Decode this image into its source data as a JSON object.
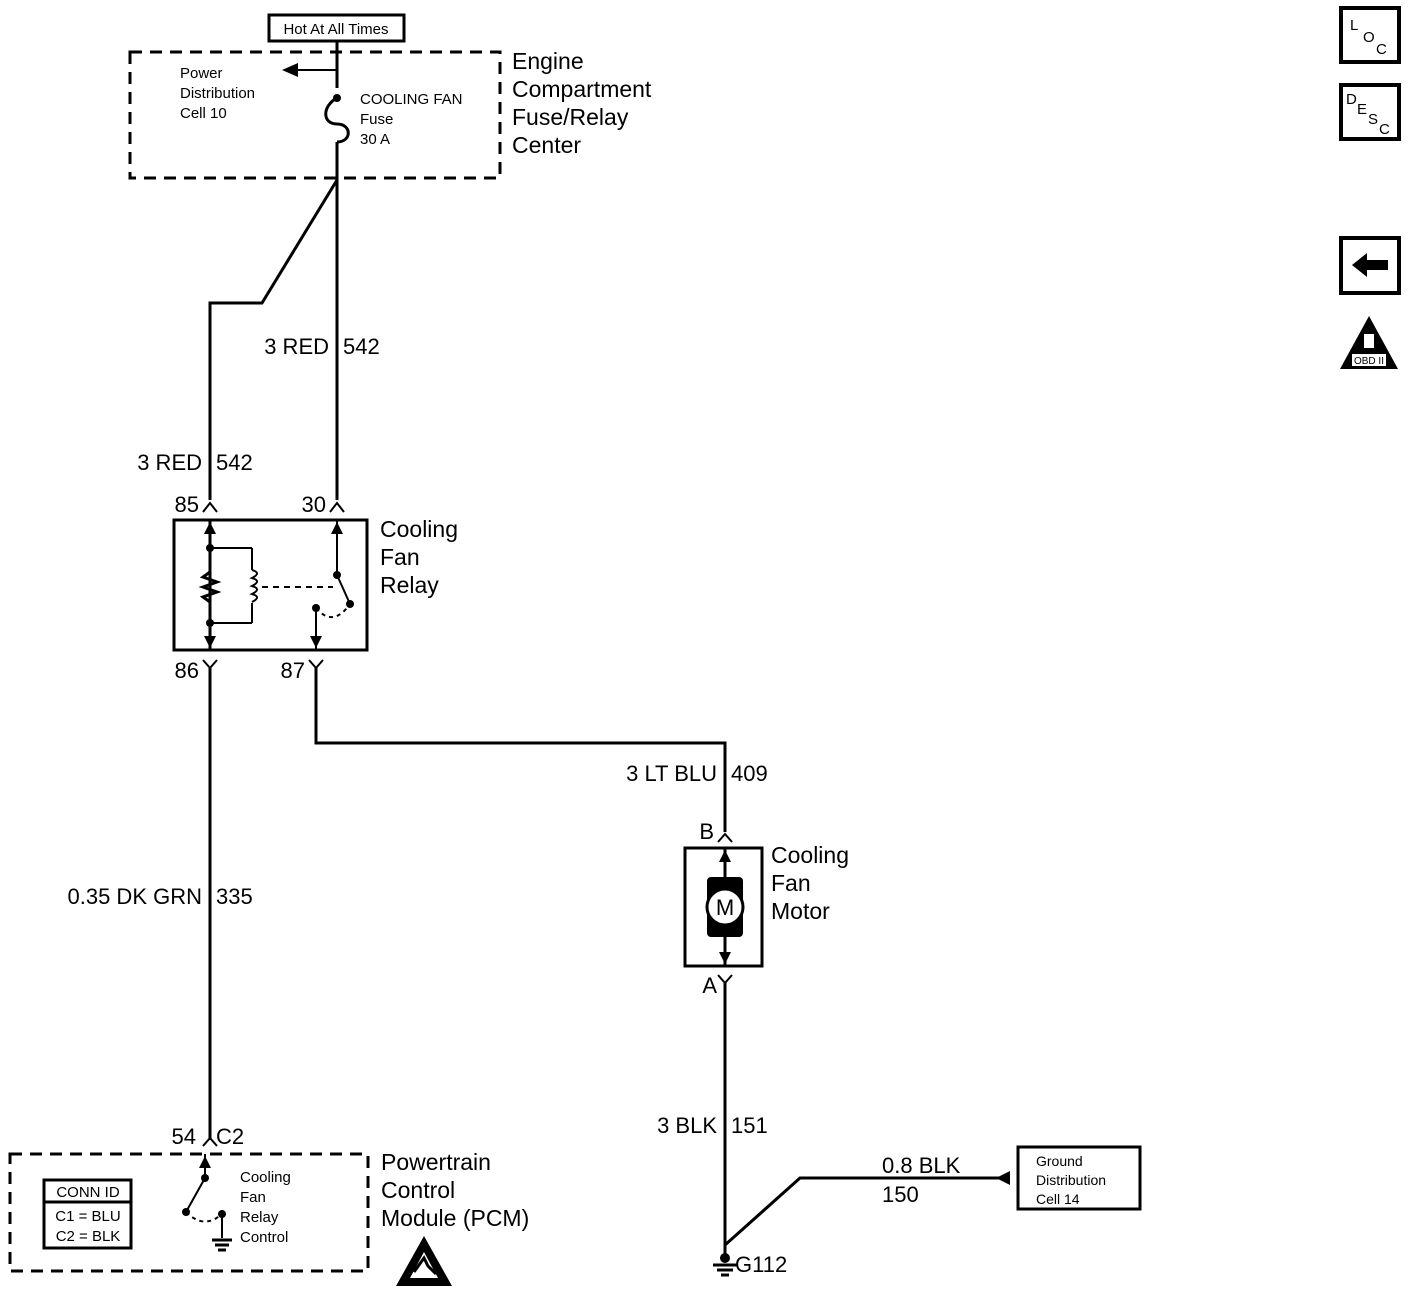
{
  "header": {
    "hot_label": "Hot At All Times"
  },
  "fuse_center": {
    "name_lines": [
      "Engine",
      "Compartment",
      "Fuse/Relay",
      "Center"
    ],
    "power_dist_lines": [
      "Power",
      "Distribution",
      "Cell 10"
    ],
    "fuse_lines": [
      "COOLING FAN",
      "Fuse",
      "30 A"
    ]
  },
  "wires": {
    "red_upper": "3 RED",
    "red_upper_circuit": "542",
    "red_lower": "3 RED",
    "red_lower_circuit": "542",
    "dkgrn": "0.35 DK GRN",
    "dkgrn_circuit": "335",
    "ltblu": "3 LT BLU",
    "ltblu_circuit": "409",
    "blk": "3 BLK",
    "blk_circuit": "151",
    "blk_small": "0.8 BLK",
    "blk_small_circuit": "150"
  },
  "relay": {
    "name_lines": [
      "Cooling",
      "Fan",
      "Relay"
    ],
    "pins": {
      "p85": "85",
      "p30": "30",
      "p86": "86",
      "p87": "87"
    }
  },
  "motor": {
    "name_lines": [
      "Cooling",
      "Fan",
      "Motor"
    ],
    "pin_b": "B",
    "pin_a": "A",
    "symbol": "M"
  },
  "pcm": {
    "pin": "54",
    "connector": "C2",
    "name_lines": [
      "Powertrain",
      "Control",
      "Module (PCM)"
    ],
    "control_lines": [
      "Cooling",
      "Fan",
      "Relay",
      "Control"
    ],
    "conn_id": {
      "title": "CONN ID",
      "c1": "C1 = BLU",
      "c2": "C2 = BLK"
    }
  },
  "ground": {
    "id": "G112",
    "dist_lines": [
      "Ground",
      "Distribution",
      "Cell 14"
    ]
  },
  "sidebar": {
    "loc": {
      "l": "L",
      "o": "O",
      "c": "C"
    },
    "desc": {
      "d": "D",
      "e": "E",
      "s": "S",
      "c": "C"
    },
    "obd": "OBD II"
  }
}
